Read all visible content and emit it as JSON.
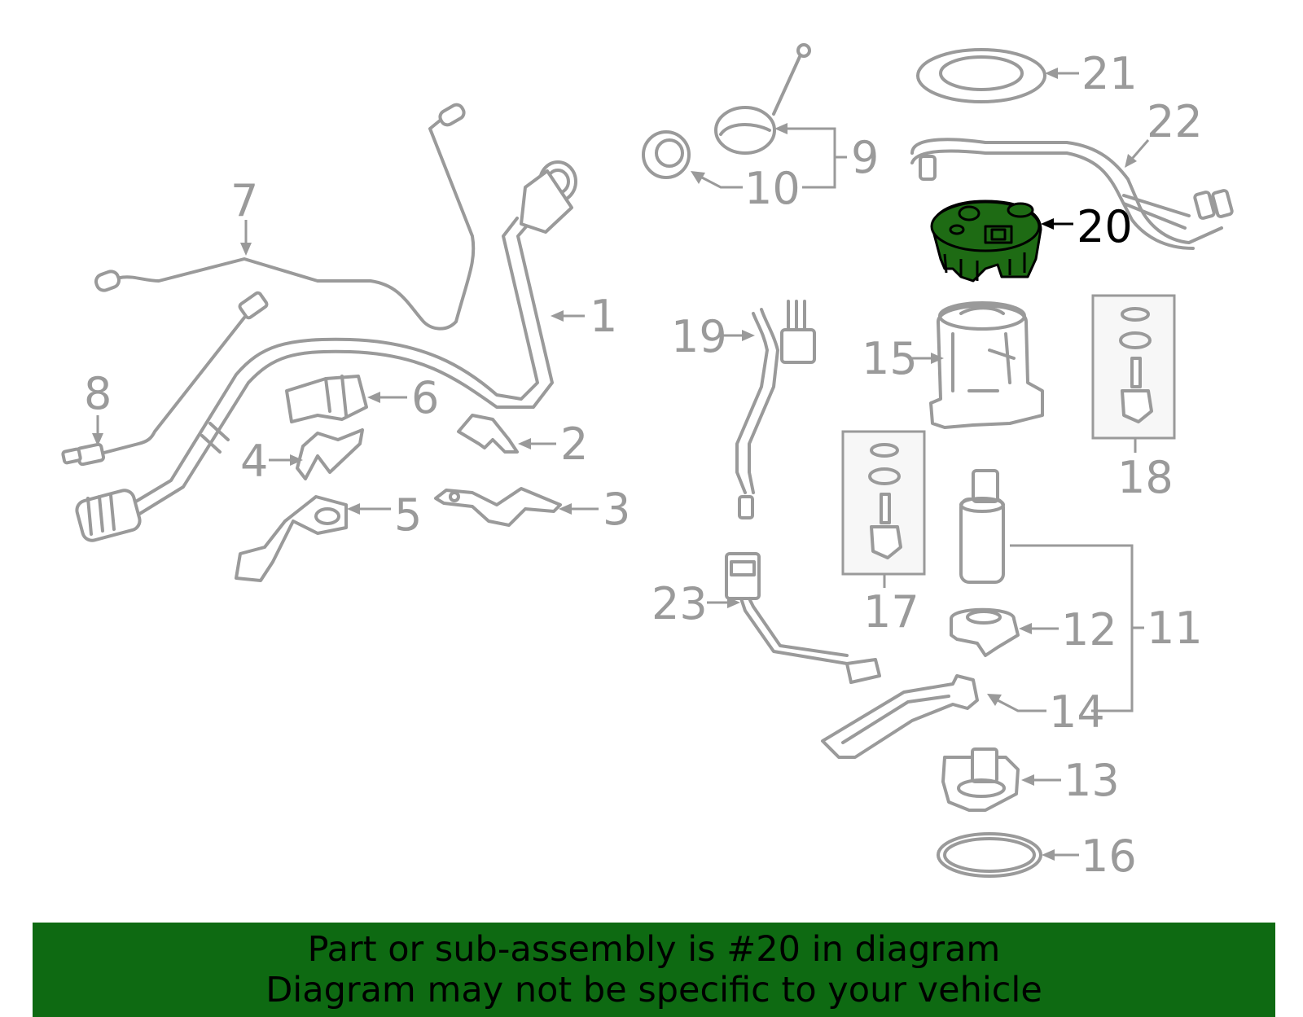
{
  "diagram": {
    "callouts": [
      {
        "id": "1",
        "label": "1"
      },
      {
        "id": "2",
        "label": "2"
      },
      {
        "id": "3",
        "label": "3"
      },
      {
        "id": "4",
        "label": "4"
      },
      {
        "id": "5",
        "label": "5"
      },
      {
        "id": "6",
        "label": "6"
      },
      {
        "id": "7",
        "label": "7"
      },
      {
        "id": "8",
        "label": "8"
      },
      {
        "id": "9",
        "label": "9"
      },
      {
        "id": "10",
        "label": "10"
      },
      {
        "id": "11",
        "label": "11"
      },
      {
        "id": "12",
        "label": "12"
      },
      {
        "id": "13",
        "label": "13"
      },
      {
        "id": "14",
        "label": "14"
      },
      {
        "id": "15",
        "label": "15"
      },
      {
        "id": "16",
        "label": "16"
      },
      {
        "id": "17",
        "label": "17"
      },
      {
        "id": "18",
        "label": "18"
      },
      {
        "id": "19",
        "label": "19"
      },
      {
        "id": "20",
        "label": "20"
      },
      {
        "id": "21",
        "label": "21"
      },
      {
        "id": "22",
        "label": "22"
      },
      {
        "id": "23",
        "label": "23"
      }
    ],
    "highlighted_part": "20",
    "colors": {
      "line": "#9a9a9a",
      "highlight_fill": "#1e6b14",
      "highlight_text": "#000000",
      "banner": "#0e6a12"
    }
  },
  "banner": {
    "line1": "Part or sub-assembly is #20 in diagram",
    "line2": "Diagram may not be specific to your vehicle"
  }
}
